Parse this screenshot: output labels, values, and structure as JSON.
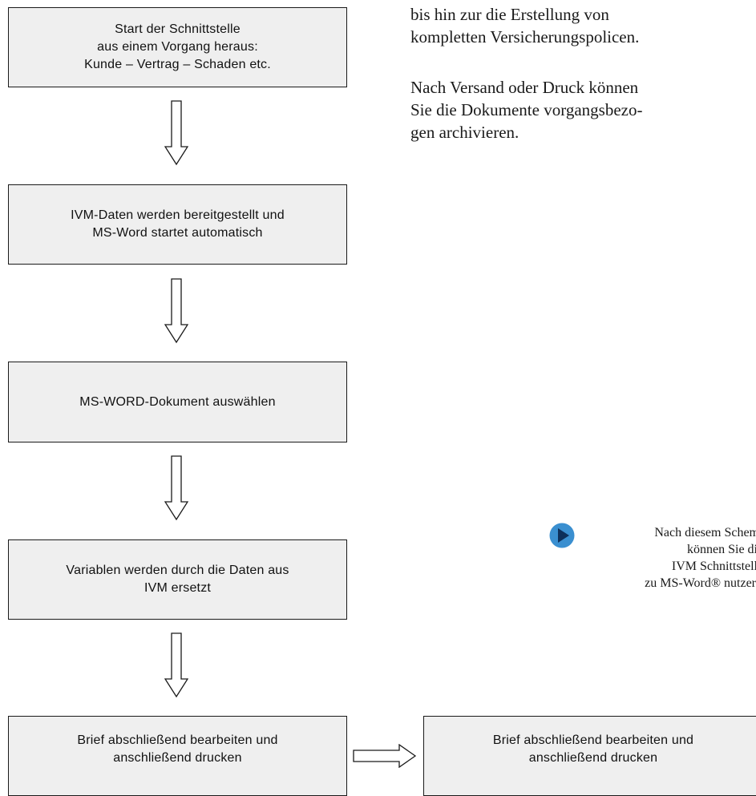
{
  "steps": [
    {
      "lines": [
        "Start der Schnittstelle",
        "aus einem Vorgang heraus:",
        "Kunde – Vertrag – Schaden etc."
      ]
    },
    {
      "lines": [
        "IVM-Daten werden bereitgestellt und",
        "MS-Word startet automatisch"
      ]
    },
    {
      "lines": [
        "MS-WORD-Dokument auswählen"
      ]
    },
    {
      "lines": [
        "Variablen werden durch die Daten aus",
        "IVM ersetzt"
      ]
    },
    {
      "lines": [
        "Brief abschließend bearbeiten und",
        "anschließend drucken"
      ]
    },
    {
      "lines": [
        "Brief abschließend bearbeiten und",
        "anschließend drucken"
      ]
    }
  ],
  "side_text": {
    "paragraph1": [
      "bis hin zur  die Erstellung von",
      "kompletten Versicherungspolicen."
    ],
    "paragraph2": [
      "Nach Versand oder Druck können",
      "Sie die Dokumente vorgangsbezo-",
      "gen archivieren."
    ]
  },
  "note": {
    "icon": "play-icon",
    "icon_color": "#3a8fd0",
    "lines": [
      "Nach diesem Schem",
      "können Sie di",
      "IVM Schnittstell",
      "zu MS-Word® nutzer"
    ]
  },
  "colors": {
    "box_fill": "#efefef",
    "box_border": "#1a1a1a",
    "text": "#111111"
  }
}
